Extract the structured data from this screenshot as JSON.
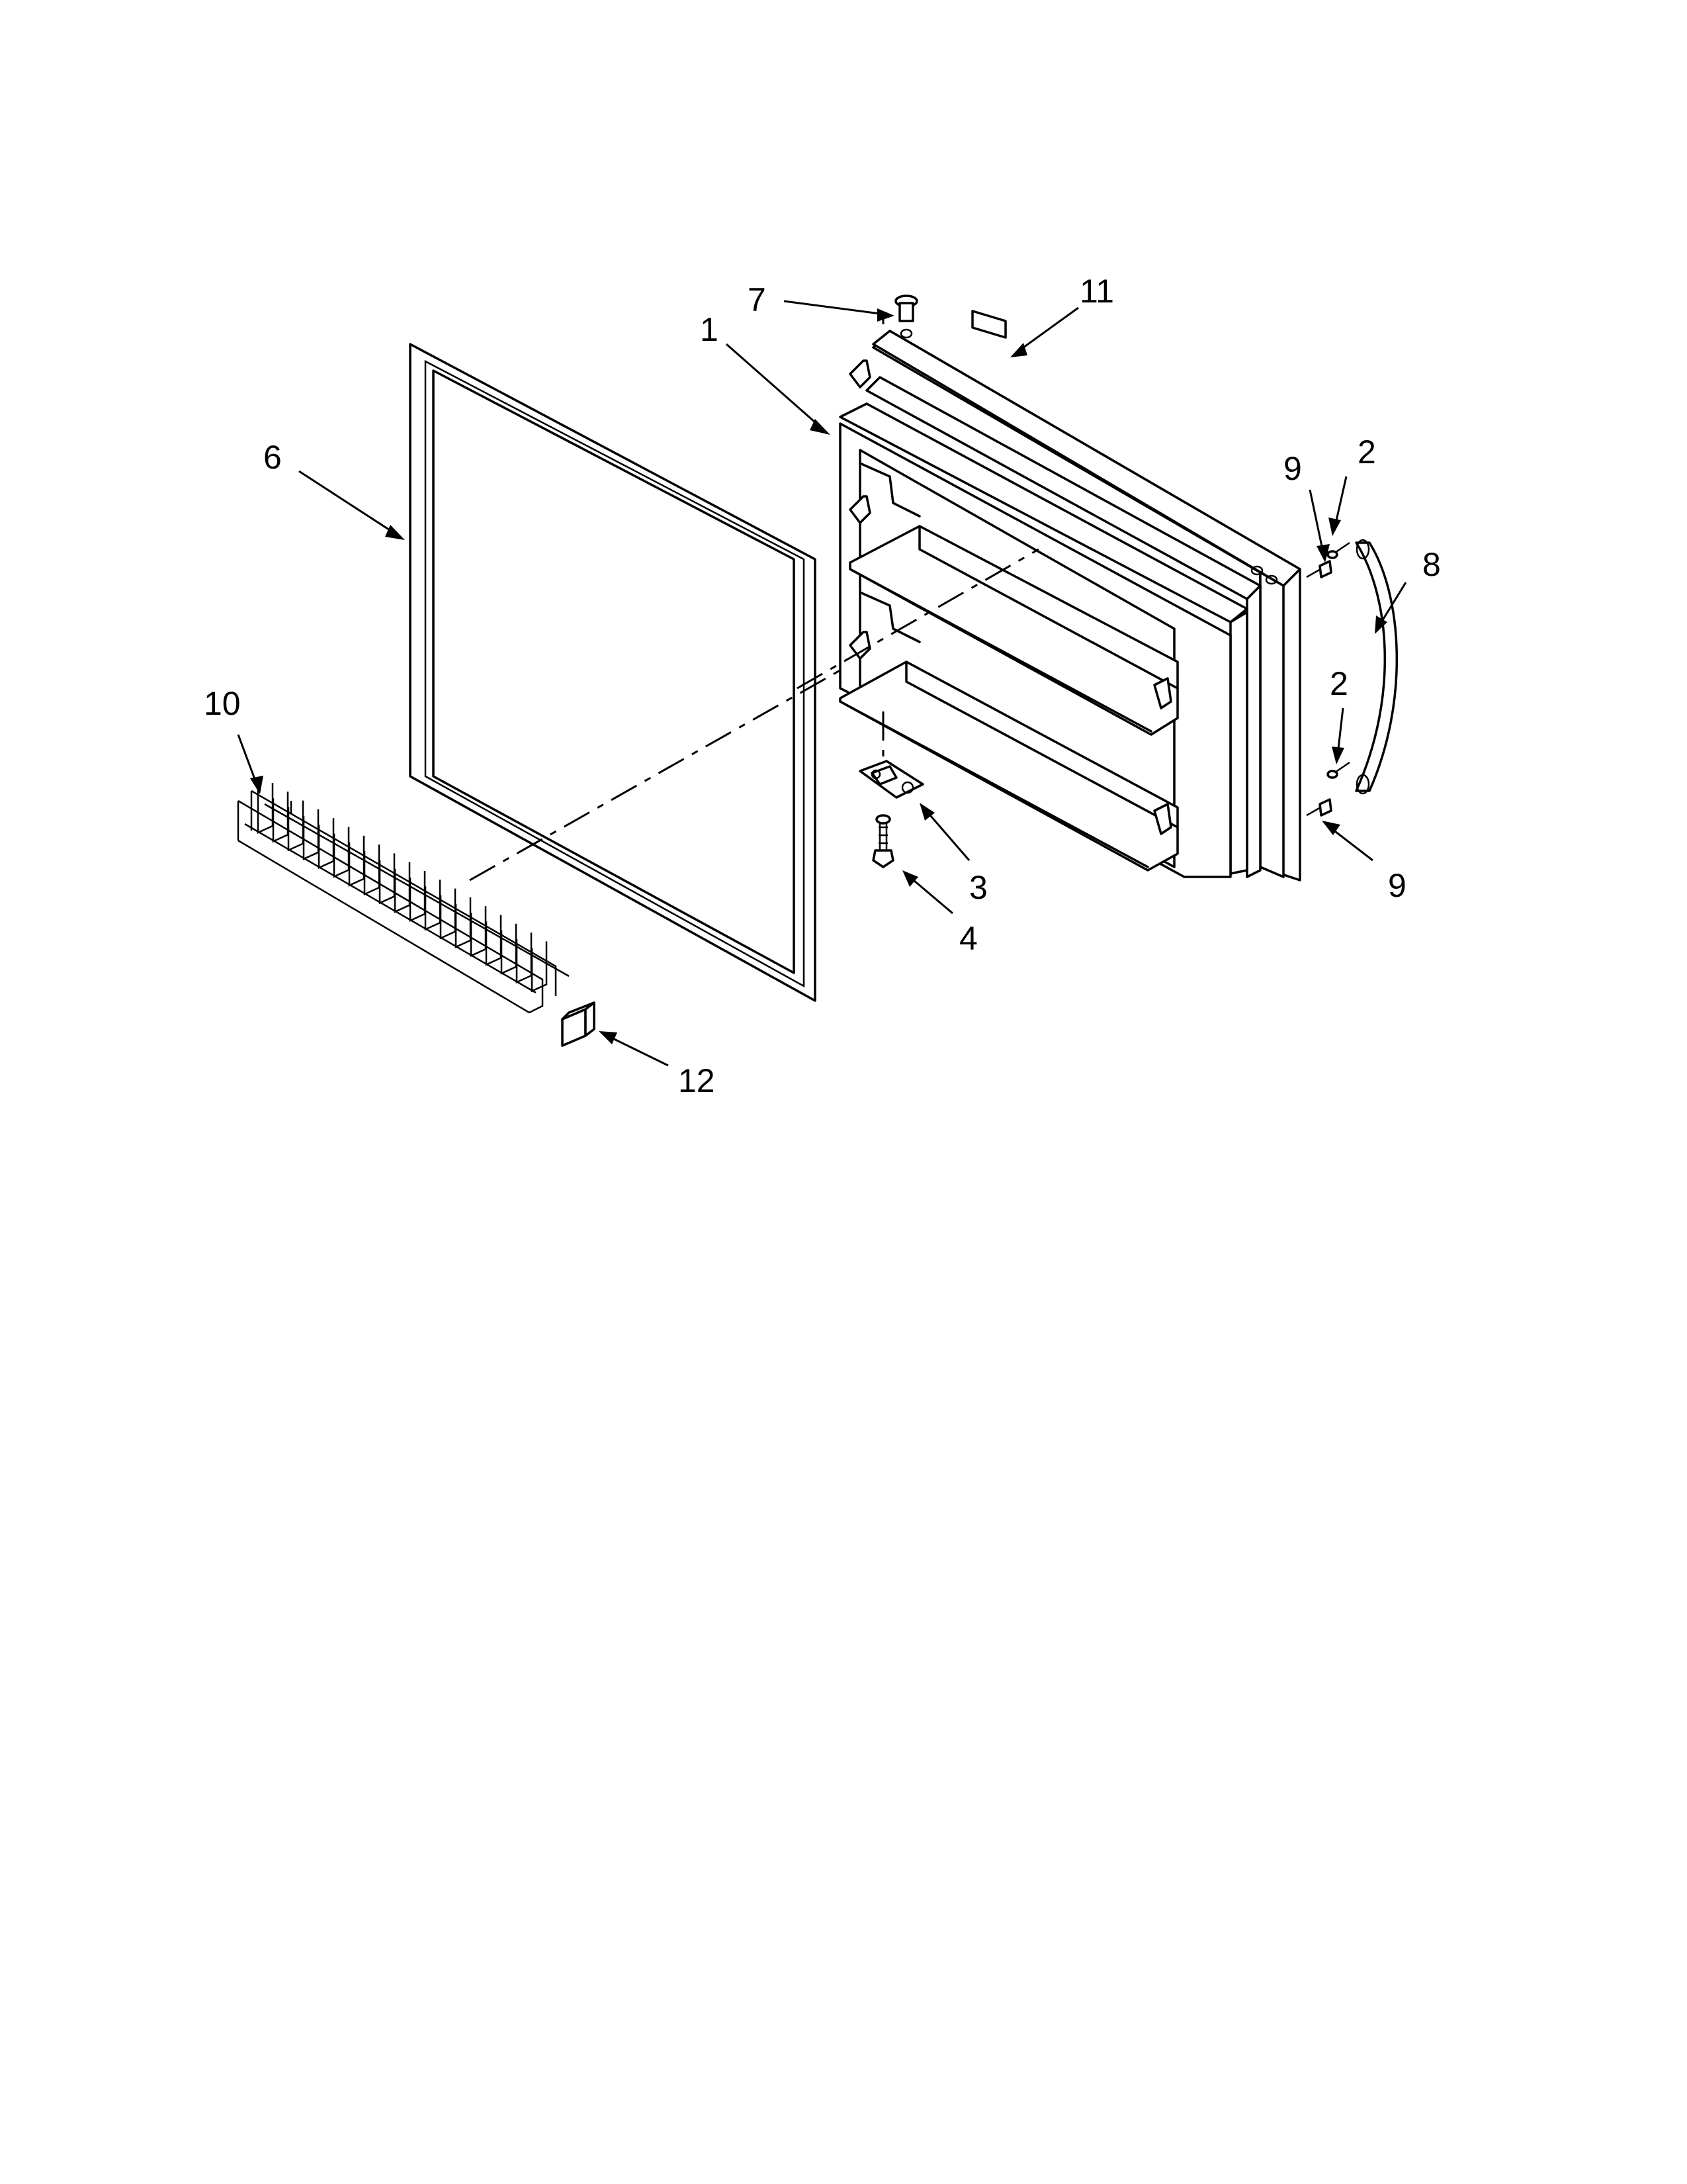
{
  "callouts": {
    "c1": "1",
    "c2a": "2",
    "c2b": "2",
    "c3": "3",
    "c4": "4",
    "c6": "6",
    "c7": "7",
    "c8": "8",
    "c9a": "9",
    "c9b": "9",
    "c10": "10",
    "c11": "11",
    "c12": "12"
  }
}
